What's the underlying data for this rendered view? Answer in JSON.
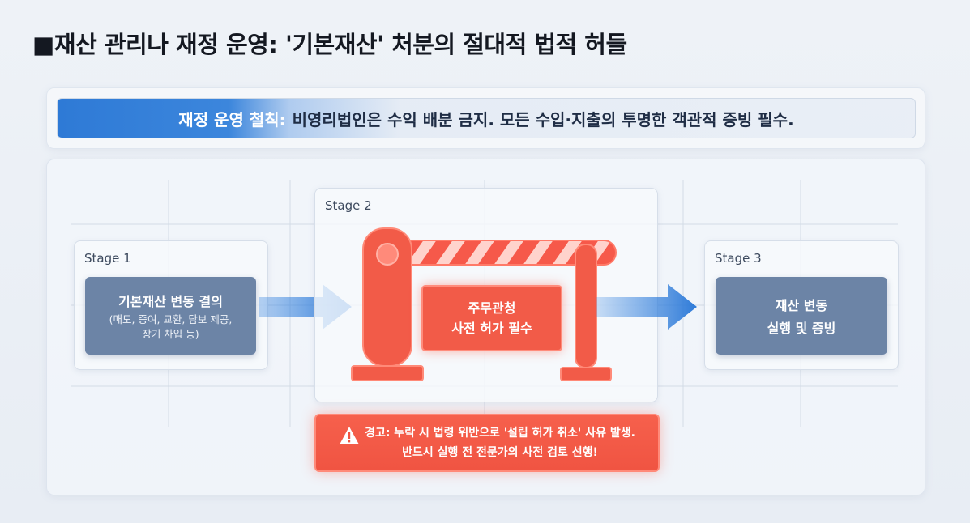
{
  "title": "■재산 관리나 재정 운영: '기본재산' 처분의 절대적 법적 허들",
  "rule": {
    "label": "재정 운영 철칙:",
    "text": "비영리법인은 수익 배분 금지. 모든 수입·지출의 투명한 객관적 증빙 필수."
  },
  "stages": [
    {
      "label": "Stage 1",
      "title": "기본재산 변동 결의",
      "detail": [
        "(매도, 증여, 교환, 담보 제공,",
        "장기 차입 등)"
      ]
    },
    {
      "label": "Stage 2",
      "gate_text": [
        "주무관청",
        "사전 허가 필수"
      ]
    },
    {
      "label": "Stage 3",
      "title": [
        "재산 변동",
        "실행 및 증빙"
      ]
    }
  ],
  "warning": {
    "icon": "warning-triangle-icon",
    "lines": [
      "경고: 누락 시 법령 위반으로 '설립 허가 취소' 사유 발생.",
      "반드시 실행 전 전문가의 사전 검토 선행!"
    ]
  },
  "colors": {
    "rule_accent": "#2e7ad6",
    "stage_box": "#6c84a6",
    "flow_arrow": "#3a86e0",
    "barrier_red": "#f25b48",
    "warning_red": "#f05442"
  }
}
